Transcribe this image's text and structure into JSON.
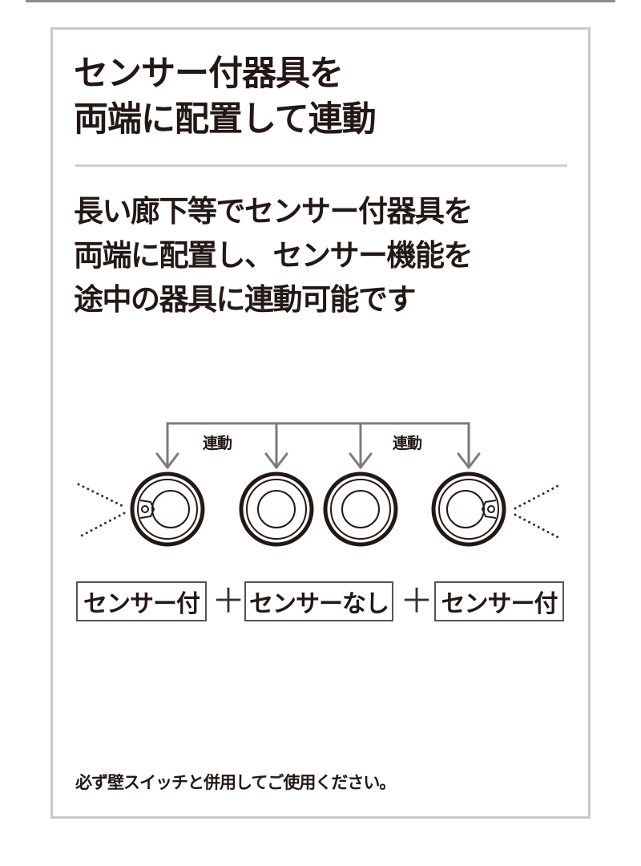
{
  "heading": {
    "lines": [
      "センサー付器具を",
      "両端に配置して連動"
    ]
  },
  "description": {
    "lines": [
      "長い廊下等でセンサー付器具を",
      "両端に配置し、センサー機能を",
      "途中の器具に連動可能です"
    ]
  },
  "diagram": {
    "link_labels": [
      "連動",
      "連動"
    ],
    "fixtures": [
      {
        "type": "sensor",
        "sensor_side": "left"
      },
      {
        "type": "no-sensor"
      },
      {
        "type": "no-sensor"
      },
      {
        "type": "sensor",
        "sensor_side": "right"
      }
    ],
    "labels": [
      "センサー付",
      "センサーなし",
      "センサー付"
    ],
    "plus_symbol": "＋",
    "colors": {
      "text": "#231815",
      "bracket": "#7a7a7a",
      "fixture": "#231815",
      "panel_border": "#c9c9c9",
      "divider": "#cfcfcf"
    }
  },
  "footnote": "必ず壁スイッチと併用してご使用ください。"
}
